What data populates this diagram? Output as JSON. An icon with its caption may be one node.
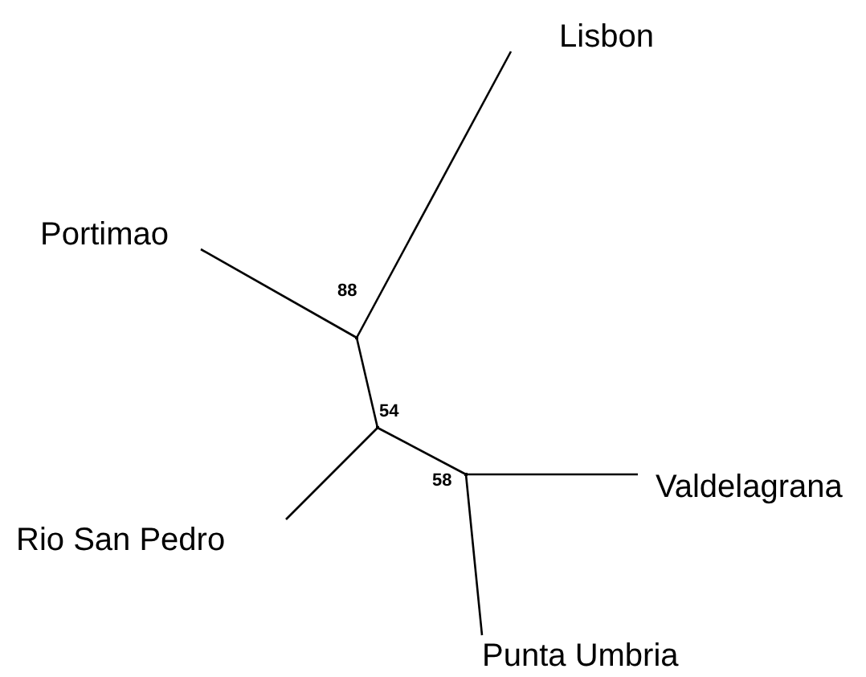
{
  "diagram": {
    "nodes": [
      {
        "text": [
          "Lisbon"
        ]
      },
      {
        "text": [
          "Portimao"
        ]
      },
      {
        "text": [],
        "shape": "point",
        "beside": [
          "88"
        ]
      },
      {
        "text": [],
        "shape": "point",
        "beside": [
          "54"
        ]
      },
      {
        "text": [
          "Valdelagrana"
        ]
      },
      {
        "text": [],
        "shape": "point",
        "beside": [
          "58"
        ]
      },
      {
        "text": [
          "Rio San Pedro"
        ]
      },
      {
        "text": [
          "Punta Umbria"
        ]
      }
    ],
    "edges": [
      {
        "from": 2,
        "to": 0,
        "arrow": "none"
      },
      {
        "from": 2,
        "to": 1,
        "arrow": "none"
      },
      {
        "from": 2,
        "to": 3,
        "arrow": "none"
      },
      {
        "from": 3,
        "to": 6,
        "arrow": "none"
      },
      {
        "from": 3,
        "to": 5,
        "arrow": "none"
      },
      {
        "from": 5,
        "to": 4,
        "arrow": "none"
      },
      {
        "from": 5,
        "to": 7,
        "arrow": "none"
      }
    ]
  }
}
